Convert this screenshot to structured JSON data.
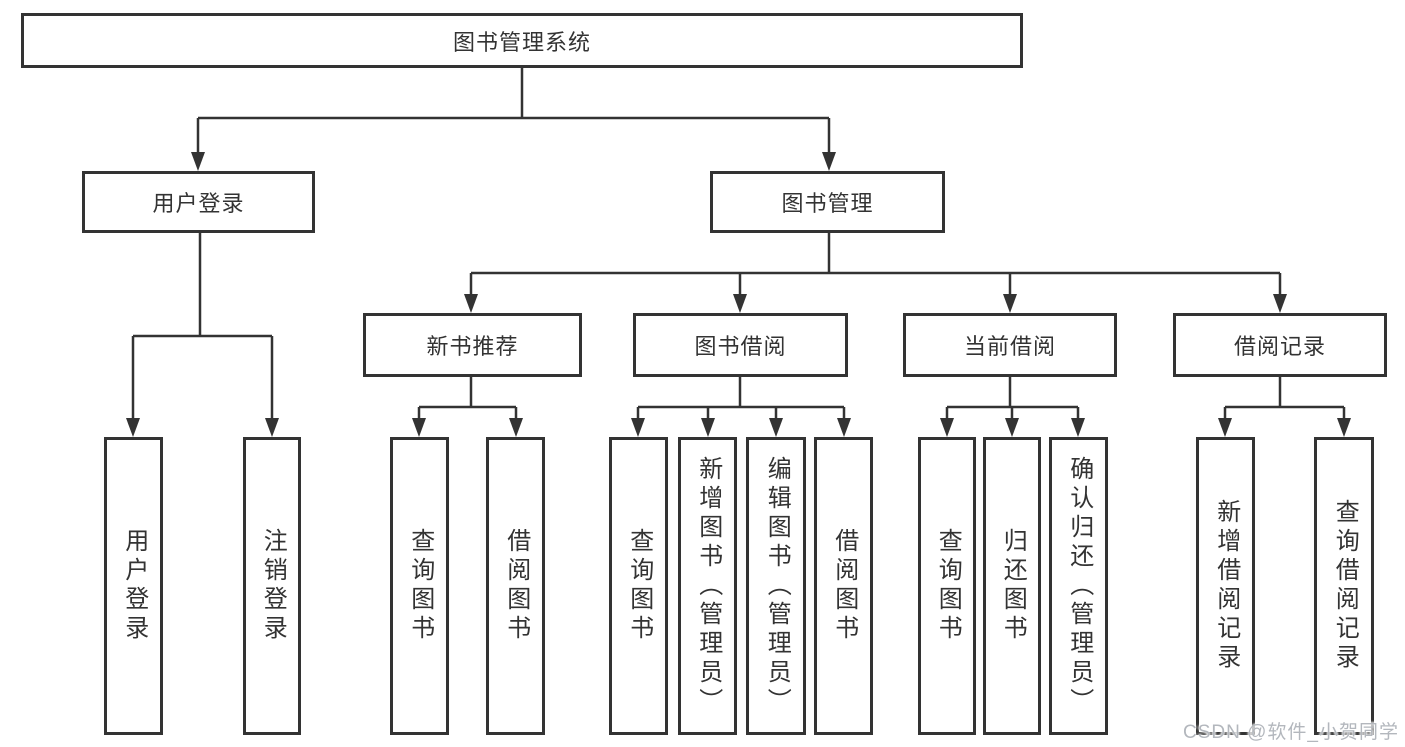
{
  "colors": {
    "line": "#333333",
    "box_border": "#333333",
    "text": "#333333",
    "background": "#ffffff",
    "watermark": "#b3b7bd"
  },
  "diagram": {
    "tree": {
      "label": "图书管理系统",
      "children": [
        {
          "label": "用户登录",
          "children": [
            {
              "label": "用户登录"
            },
            {
              "label": "注销登录"
            }
          ]
        },
        {
          "label": "图书管理",
          "children": [
            {
              "label": "新书推荐",
              "children": [
                {
                  "label": "查询图书"
                },
                {
                  "label": "借阅图书"
                }
              ]
            },
            {
              "label": "图书借阅",
              "children": [
                {
                  "label": "查询图书"
                },
                {
                  "label": "新增图书（管理员）"
                },
                {
                  "label": "编辑图书（管理员）"
                },
                {
                  "label": "借阅图书"
                }
              ]
            },
            {
              "label": "当前借阅",
              "children": [
                {
                  "label": "查询图书"
                },
                {
                  "label": "归还图书"
                },
                {
                  "label": "确认归还（管理员）"
                }
              ]
            },
            {
              "label": "借阅记录",
              "children": [
                {
                  "label": "新增借阅记录"
                },
                {
                  "label": "查询借阅记录"
                }
              ]
            }
          ]
        }
      ]
    }
  },
  "watermark": {
    "text": "CSDN @软件_小贺同学"
  }
}
